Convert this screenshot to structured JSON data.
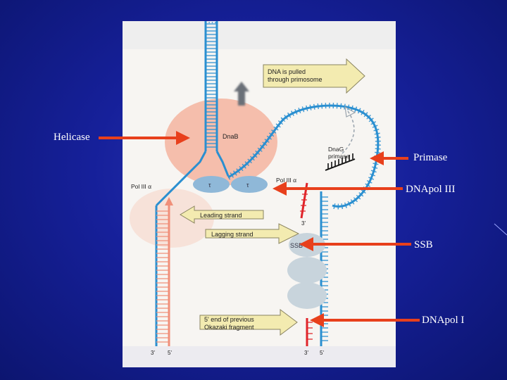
{
  "labels": {
    "helicase": "Helicase",
    "primase": "Primase",
    "dnapol3": "DNApol III",
    "ssb": "SSB",
    "dnapol1": "DNApol I"
  },
  "figure": {
    "pulled_line1": "DNA is pulled",
    "pulled_line2": "through primosome",
    "dnab": "DnaB",
    "dnag_line1": "DnaG",
    "dnag_line2": "primase",
    "pol3_left": "Pol III α",
    "pol3_right": "Pol III α",
    "tau_left": "τ",
    "tau_right": "τ",
    "leading": "Leading strand",
    "lagging": "Lagging strand",
    "three_prime_primer": "3'",
    "ssb": "SSB",
    "okazaki_line1": "5' end of previous",
    "okazaki_line2": "Okazaki fragment",
    "end_3a": "3'",
    "end_5a": "5'",
    "end_3b": "3'",
    "end_5b": "5'"
  },
  "colors": {
    "background": "#16209a",
    "arrow": "#e8401c",
    "strand_blue": "#2a8fd0",
    "strand_salmon": "#f0907a",
    "primer_red": "#e0242a",
    "helicase_fill": "#f4b8a4",
    "tau_fill": "#8fb8d8",
    "ssb_fill": "#c8d4dc",
    "callout_fill": "#f3ebb0"
  },
  "icons": [
    "callout-arrow"
  ]
}
